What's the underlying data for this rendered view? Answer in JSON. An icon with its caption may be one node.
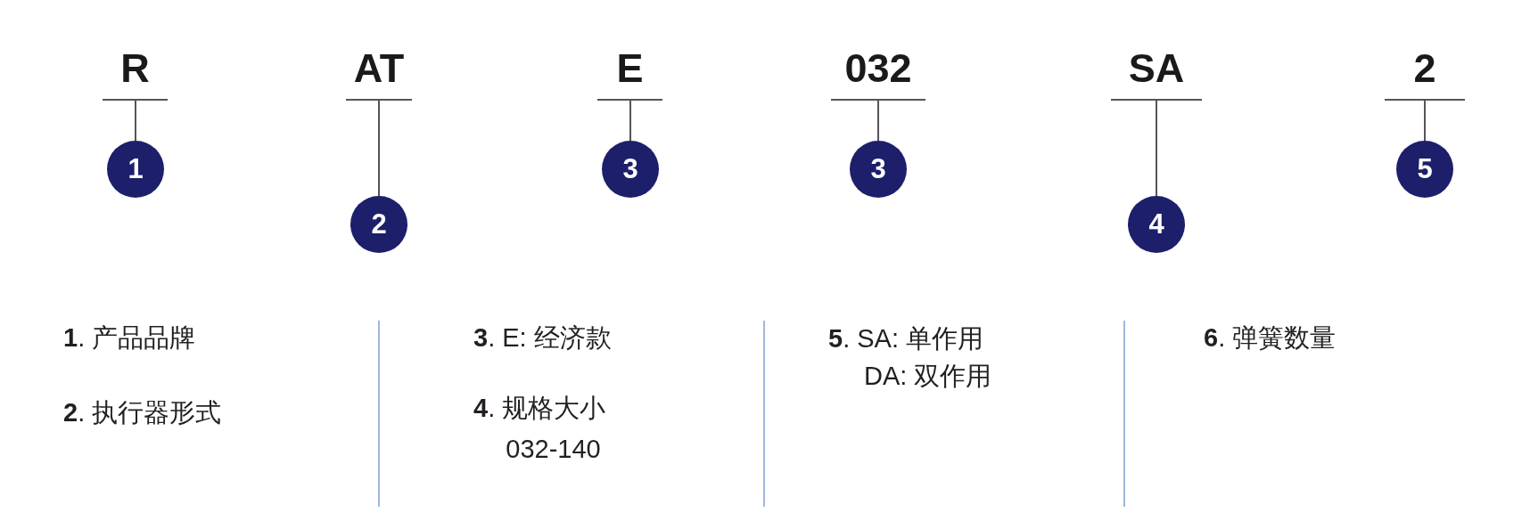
{
  "diagram": {
    "nodes": [
      {
        "text": [
          "R"
        ]
      },
      {
        "text": [
          "AT"
        ]
      },
      {
        "text": [
          "E"
        ]
      },
      {
        "text": [
          "032"
        ]
      },
      {
        "text": [
          "SA"
        ]
      },
      {
        "text": [
          "2"
        ]
      },
      {
        "text": [
          "1"
        ]
      },
      {
        "text": [
          "2"
        ]
      },
      {
        "text": [
          "3"
        ]
      },
      {
        "text": [
          "3"
        ]
      },
      {
        "text": [
          "4"
        ]
      },
      {
        "text": [
          "5"
        ]
      }
    ],
    "edges": [
      {
        "from": 0,
        "to": 6,
        "arrow": "none"
      },
      {
        "from": 1,
        "to": 7,
        "arrow": "none"
      },
      {
        "from": 2,
        "to": 8,
        "arrow": "none"
      },
      {
        "from": 3,
        "to": 9,
        "arrow": "none"
      },
      {
        "from": 4,
        "to": 10,
        "arrow": "none"
      },
      {
        "from": 5,
        "to": 11,
        "arrow": "none"
      }
    ],
    "labels": [
      "**1**. 产品品牌",
      "**2**. 执行器形式",
      "**3**. E: 经济款",
      "**4**. 规格大小 032-140",
      "**5**. SA: 单作用 DA: 双作用",
      "**6**. 弹簧数量"
    ]
  }
}
